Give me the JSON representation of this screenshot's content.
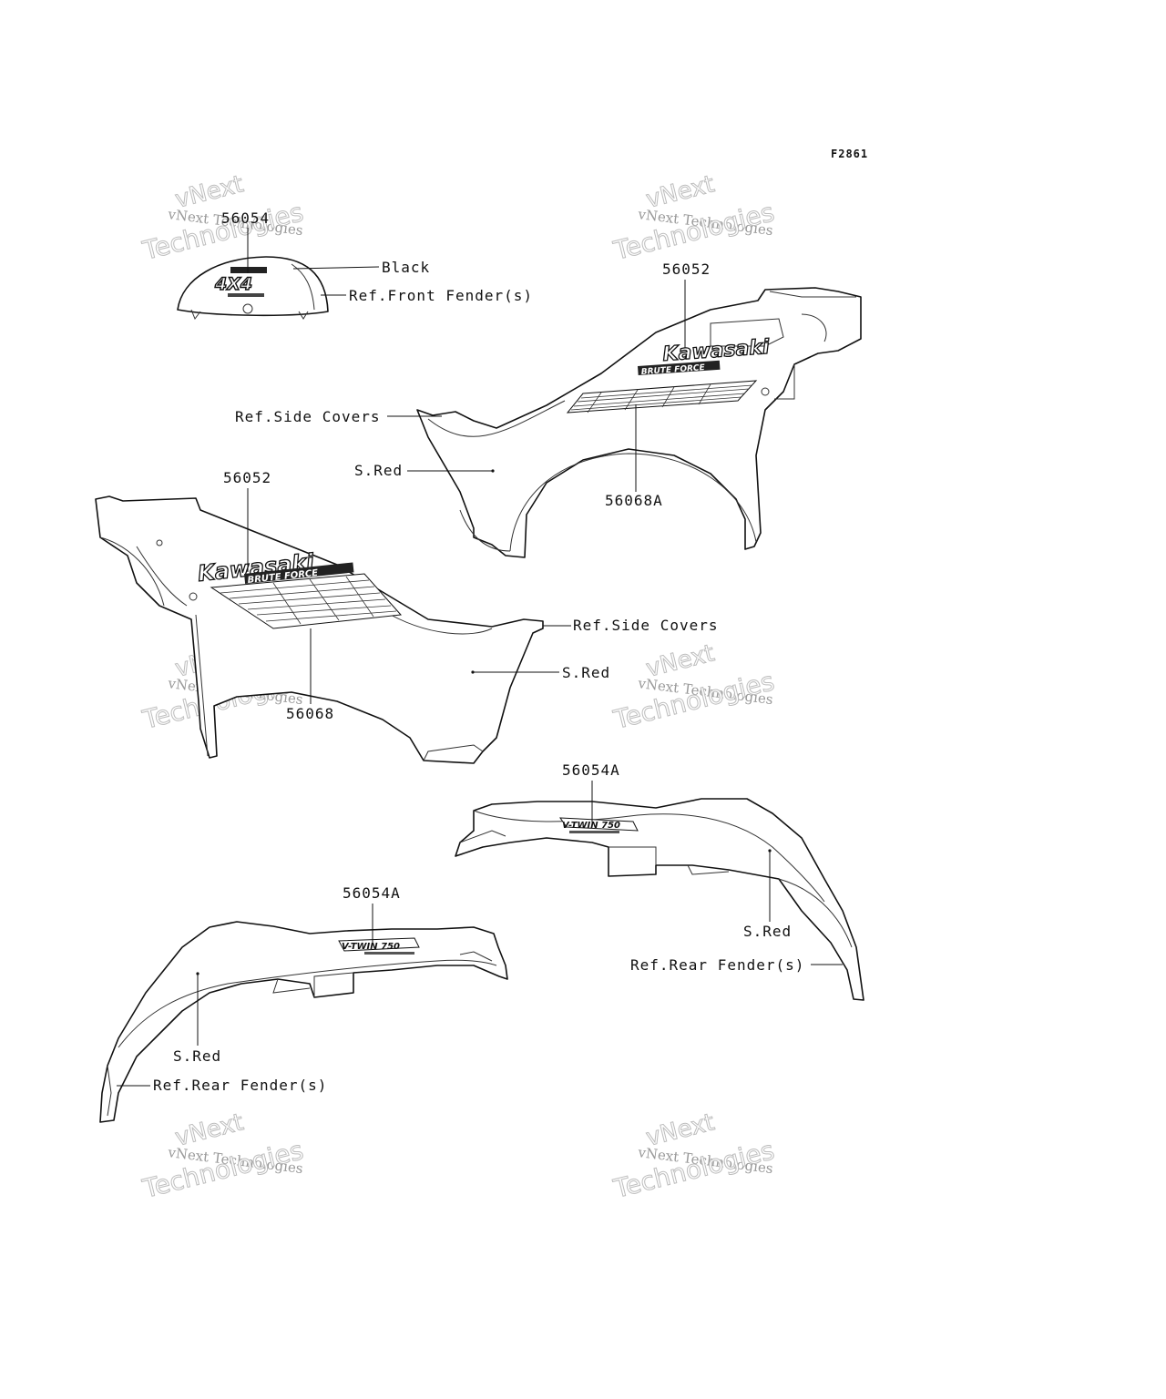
{
  "figure_id": "F2861",
  "watermark": {
    "small": "vNext Technologies",
    "large_1": "vNext",
    "large_2": "Technologies"
  },
  "decals": {
    "kawasaki": "Kawasaki",
    "brute_force": "BRUTE FORCE",
    "four_by_four": "4X4",
    "v_twin": "V-TWIN 750"
  },
  "labels": {
    "p56054": "56054",
    "black": "Black",
    "ref_front_fender": "Ref.Front Fender(s)",
    "p56052_top": "56052",
    "ref_side_covers_top": "Ref.Side Covers",
    "sred_top": "S.Red",
    "p56068a": "56068A",
    "p56052_left": "56052",
    "ref_side_covers_mid": "Ref.Side Covers",
    "sred_mid": "S.Red",
    "p56068": "56068",
    "p56054a_right": "56054A",
    "sred_right": "S.Red",
    "ref_rear_fender_right": "Ref.Rear Fender(s)",
    "p56054a_left": "56054A",
    "sred_left": "S.Red",
    "ref_rear_fender_left": "Ref.Rear Fender(s)"
  }
}
